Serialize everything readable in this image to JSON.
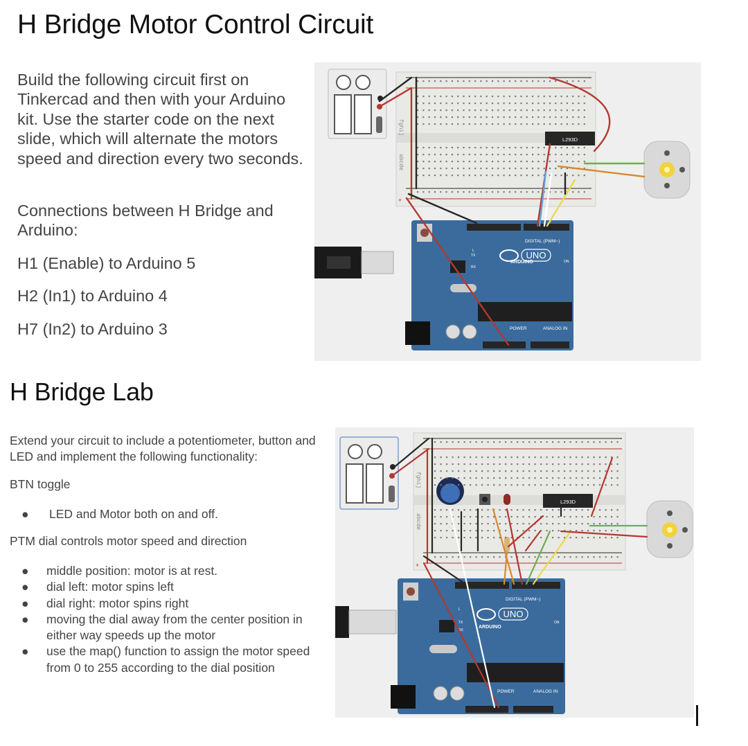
{
  "section1": {
    "title": "H Bridge Motor Control Circuit",
    "intro": "Build the following circuit first on Tinkercad and then with your Arduino kit. Use the starter code on the next slide, which will alternate the motors speed and direction every two seconds.",
    "connections_heading": "Connections between H Bridge and Arduino:",
    "connections": [
      "H1 (Enable)  to  Arduino 5",
      "H2 (In1) to Arduino 4",
      "H7 (In2) to Arduino 3"
    ]
  },
  "section2": {
    "title": "H Bridge Lab",
    "intro": "Extend your circuit to include a potentiometer, button and LED and implement the following functionality:",
    "btn_heading": "BTN toggle",
    "btn_items": [
      "LED and Motor both on and off."
    ],
    "ptm_heading": "PTM dial controls motor speed and direction",
    "ptm_items": [
      "middle position: motor is at rest.",
      "dial left: motor spins left",
      "dial right: motor spins right",
      "moving the dial away from the center position in either way speeds up the motor",
      "use the map() function to assign the motor speed from 0 to 255 according to the dial position"
    ]
  },
  "diagram": {
    "chip_label": "L293D",
    "board_label": "ARDUINO",
    "uno_label": "UNO",
    "digital_label": "DIGITAL (PWM~)",
    "power_label": "POWER",
    "analog_label": "ANALOG IN",
    "on_label": "ON",
    "tx_label": "TX",
    "rx_label": "RX",
    "l_label": "L",
    "plus_sign": "+",
    "minus_sign": "-",
    "row_letters_top": "abcde",
    "row_letters_bottom": "fghij",
    "colors": {
      "board_blue": "#3b6b9c",
      "breadboard": "#e9e9e6",
      "wire_red": "#b3382f",
      "wire_black": "#262626",
      "wire_green": "#6fae4e",
      "wire_orange": "#d58b2d",
      "wire_blue": "#6a9fd8",
      "wire_yellow": "#ecd94e",
      "wire_white": "#ffffff",
      "motor_gear": "#f2d23d"
    }
  },
  "bullet_glyph": "●"
}
